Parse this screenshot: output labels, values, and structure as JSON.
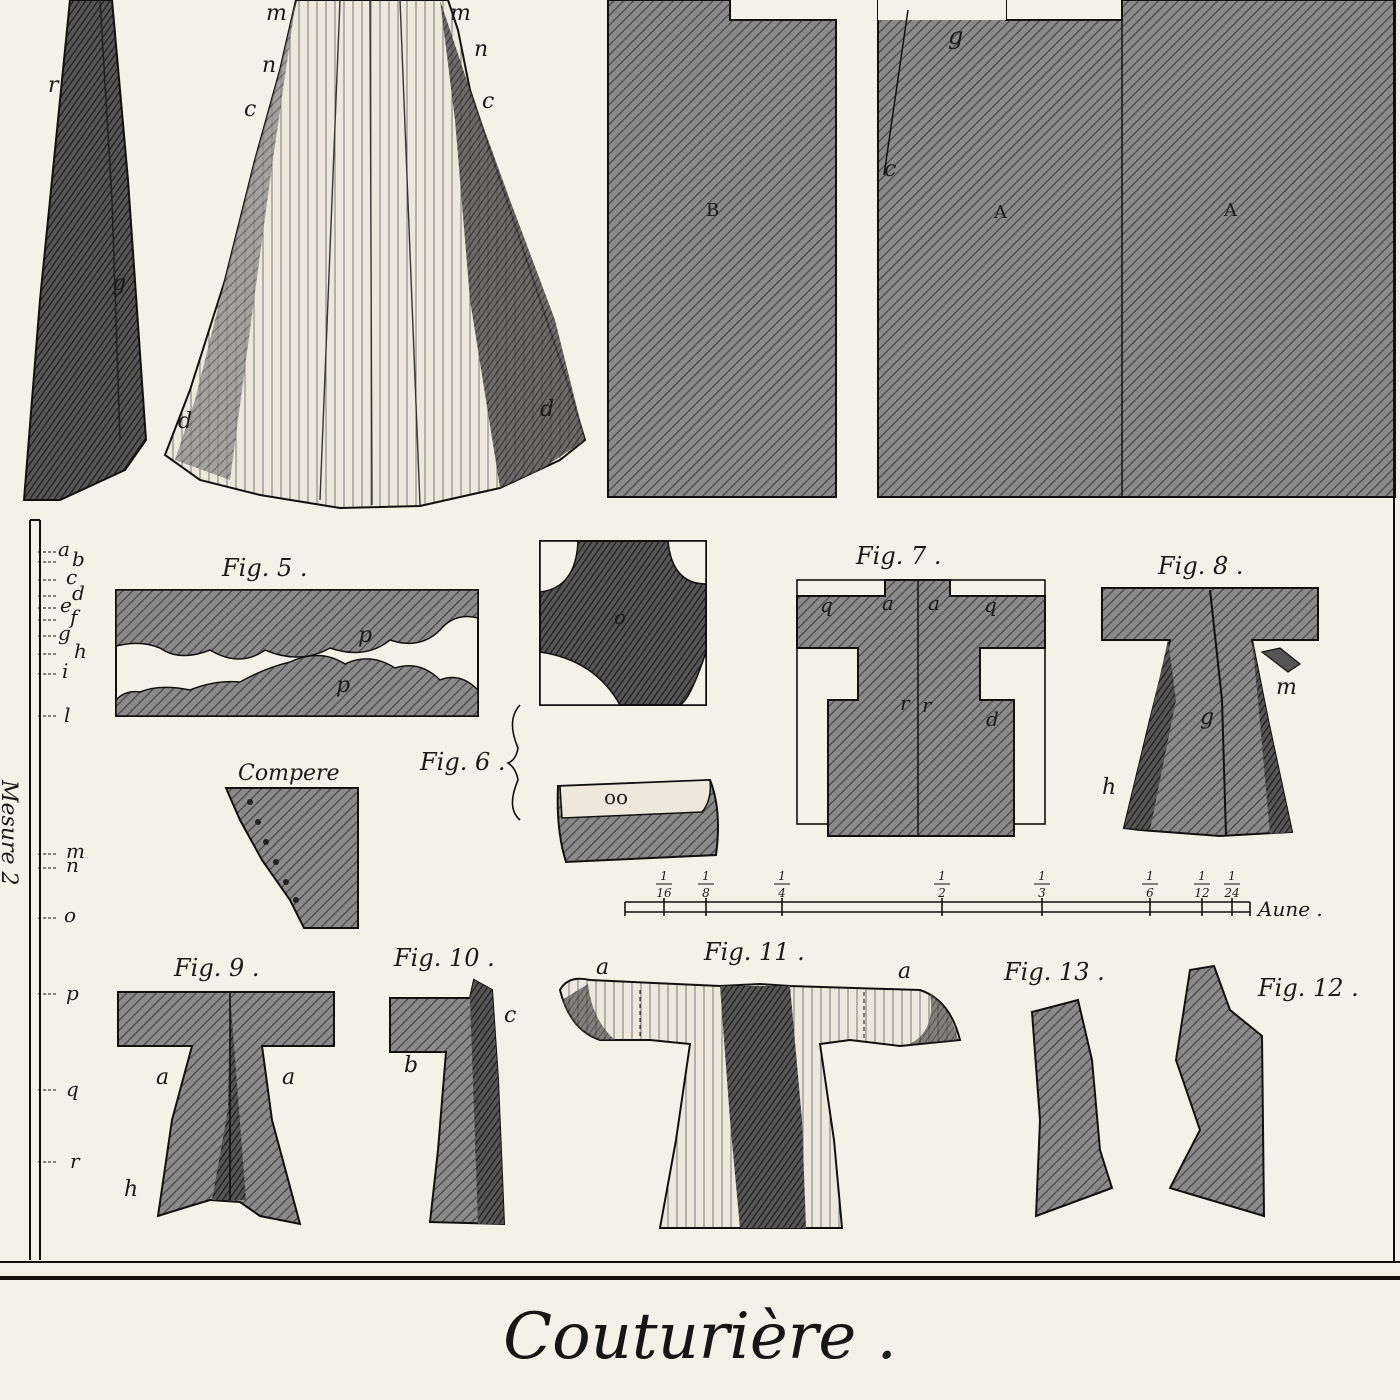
{
  "plate": {
    "title": "Couturière .",
    "colors": {
      "paper": "#f4f1e8",
      "ink": "#1a1a1a",
      "hatch": "#6f6f6f"
    }
  },
  "gown": {
    "labels": [
      "m",
      "m",
      "n",
      "n",
      "c",
      "c",
      "d",
      "d",
      "r",
      "g"
    ]
  },
  "panels": {
    "labels": [
      "g",
      "c",
      "B",
      "A",
      "A"
    ]
  },
  "mesure": {
    "title": "Mesure 2",
    "marks": [
      "a",
      "b",
      "c",
      "d",
      "e",
      "f",
      "g",
      "h",
      "i",
      "l",
      "m",
      "n",
      "o",
      "p",
      "q",
      "r"
    ]
  },
  "fig5": {
    "title": "Fig. 5 .",
    "labels": [
      "p",
      "p"
    ]
  },
  "compere": {
    "title": "Compere"
  },
  "fig6": {
    "title": "Fig. 6 .",
    "labels": [
      "o",
      "oo"
    ]
  },
  "fig7": {
    "title": "Fig. 7 .",
    "labels": [
      "q",
      "a",
      "a",
      "q",
      "r",
      "r",
      "d"
    ]
  },
  "fig8": {
    "title": "Fig. 8 .",
    "labels": [
      "m",
      "g",
      "h"
    ]
  },
  "fig9": {
    "title": "Fig. 9 .",
    "labels": [
      "a",
      "a",
      "h"
    ]
  },
  "fig10": {
    "title": "Fig. 10 .",
    "labels": [
      "b",
      "c"
    ]
  },
  "fig11": {
    "title": "Fig. 11 .",
    "labels": [
      "a",
      "a"
    ]
  },
  "fig12": {
    "title": "Fig. 12 ."
  },
  "fig13": {
    "title": "Fig. 13 ."
  },
  "aune": {
    "label": "Aune .",
    "marks": [
      {
        "num": "1",
        "den": "16"
      },
      {
        "num": "1",
        "den": "8"
      },
      {
        "num": "1",
        "den": "4"
      },
      {
        "num": "1",
        "den": "2"
      },
      {
        "num": "1",
        "den": "3"
      },
      {
        "num": "1",
        "den": "6"
      },
      {
        "num": "1",
        "den": "12"
      },
      {
        "num": "1",
        "den": "24"
      }
    ]
  }
}
